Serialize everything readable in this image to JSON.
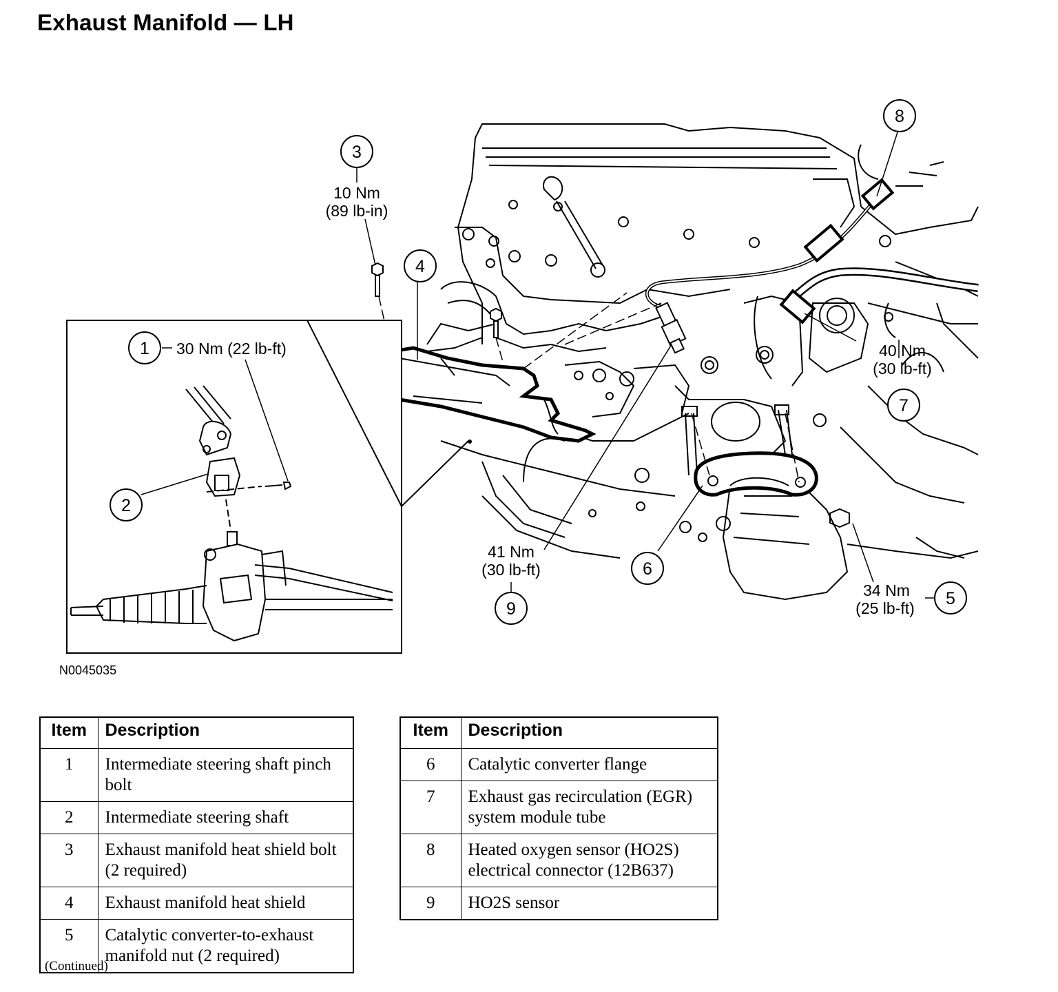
{
  "title": "Exhaust Manifold — LH",
  "figure_id": "N0045035",
  "callouts": {
    "c1": {
      "number": "1",
      "torque": "30 Nm (22 lb-ft)"
    },
    "c2": {
      "number": "2"
    },
    "c3": {
      "number": "3",
      "torque_nm": "10 Nm",
      "torque_imp": "(89 lb-in)"
    },
    "c4": {
      "number": "4"
    },
    "c5": {
      "number": "5",
      "torque_nm": "34 Nm",
      "torque_imp": "(25 lb-ft)"
    },
    "c6": {
      "number": "6"
    },
    "c7": {
      "number": "7",
      "torque_nm": "40 Nm",
      "torque_imp": "(30 lb-ft)"
    },
    "c8": {
      "number": "8"
    },
    "c9": {
      "number": "9",
      "torque_nm": "41 Nm",
      "torque_imp": "(30 lb-ft)"
    }
  },
  "table_headers": {
    "item": "Item",
    "description": "Description"
  },
  "legend_left": [
    {
      "item": "1",
      "description": "Intermediate steering shaft pinch bolt"
    },
    {
      "item": "2",
      "description": "Intermediate steering shaft"
    },
    {
      "item": "3",
      "description": "Exhaust manifold heat shield bolt (2 required)"
    },
    {
      "item": "4",
      "description": "Exhaust manifold heat shield"
    },
    {
      "item": "5",
      "description": "Catalytic converter-to-exhaust manifold nut (2 required)"
    }
  ],
  "legend_right": [
    {
      "item": "6",
      "description": "Catalytic converter flange"
    },
    {
      "item": "7",
      "description": "Exhaust gas recirculation (EGR) system module tube"
    },
    {
      "item": "8",
      "description": "Heated oxygen sensor (HO2S) electrical connector (12B637)"
    },
    {
      "item": "9",
      "description": "HO2S sensor"
    }
  ],
  "footer_note": "(Continued)"
}
